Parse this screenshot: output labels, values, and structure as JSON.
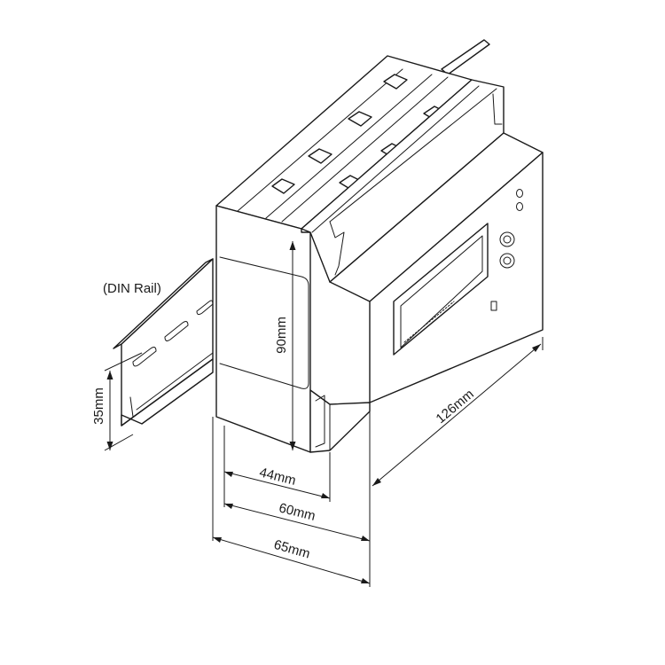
{
  "callouts": {
    "din_rail": "(DIN Rail)"
  },
  "dimensions": {
    "rail_height": "35mm",
    "body_height": "90mm",
    "depth_44": "44mm",
    "depth_60": "60mm",
    "depth_65": "65mm",
    "length": "126mm"
  }
}
